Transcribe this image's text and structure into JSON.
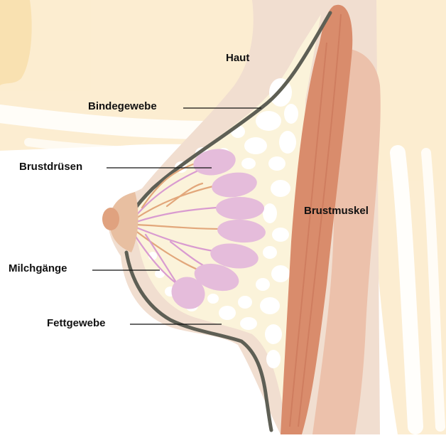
{
  "labels": {
    "haut": "Haut",
    "bindegewebe": "Bindegewebe",
    "brustdruesen": "Brustdrüsen",
    "milchgaenge": "Milchgänge",
    "fettgewebe": "Fettgewebe",
    "brustmuskel": "Brustmuskel"
  },
  "colors": {
    "background_wash": "#fbe7c1",
    "skin": "#f1ded0",
    "skin_outline": "#5e5f55",
    "fat_tissue": "#fbf3da",
    "fat_globule": "#ffffff",
    "gland": "#e5bcdb",
    "duct_pink": "#d99bd0",
    "duct_tan": "#e2a77b",
    "muscle_dark": "#d98c6c",
    "muscle_light": "#ecc1ab",
    "areola": "#e8bfa1",
    "nipple": "#e0a27f",
    "leader_line": "#111111"
  }
}
